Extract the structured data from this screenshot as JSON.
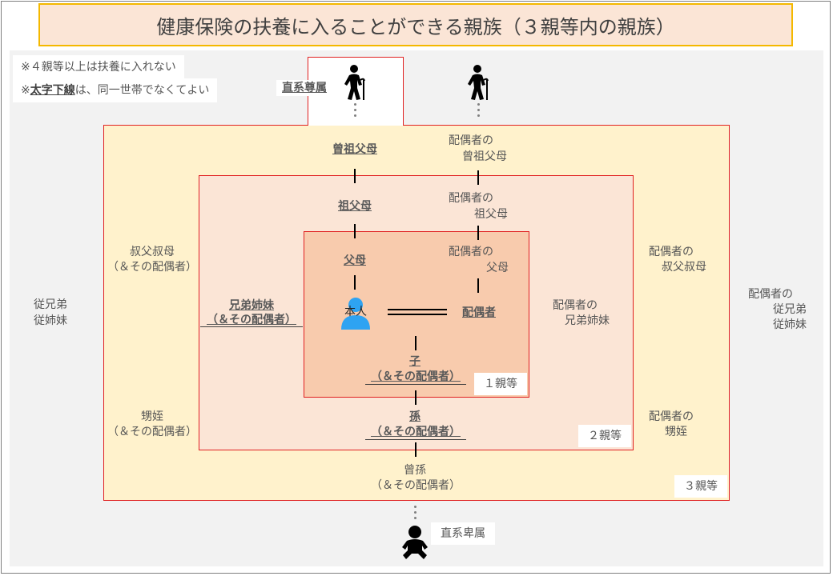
{
  "title": "健康保険の扶養に入ることができる親族（３親等内の親族）",
  "notes": {
    "note1": "※４親等以上は扶養に入れない",
    "note2_prefix": "※",
    "note2_bold": "太字下線",
    "note2_suffix": "は、同一世帯でなくてよい"
  },
  "labels": {
    "direct_ascendant": "直系尊属",
    "direct_descendant": "直系卑属",
    "great_grandparents": "曾祖父母",
    "spouse_great_grandparents_1": "配偶者の",
    "spouse_great_grandparents_2": "曾祖父母",
    "grandparents": "祖父母",
    "spouse_grandparents_1": "配偶者の",
    "spouse_grandparents_2": "祖父母",
    "parents": "父母",
    "spouse_parents_1": "配偶者の",
    "spouse_parents_2": "父母",
    "self": "本人",
    "spouse": "配偶者",
    "siblings_1": "兄弟姉妹",
    "siblings_2": "（＆その配偶者）",
    "spouse_siblings_1": "配偶者の",
    "spouse_siblings_2": "兄弟姉妹",
    "child_1": "子",
    "child_2": "（＆その配偶者）",
    "grandchild_1": "孫",
    "grandchild_2": "（＆その配偶者）",
    "great_grandchild_1": "曾孫",
    "great_grandchild_2": "（＆その配偶者）",
    "uncle_aunt_1": "叔父叔母",
    "uncle_aunt_2": "（＆その配偶者）",
    "spouse_uncle_aunt_1": "配偶者の",
    "spouse_uncle_aunt_2": "叔父叔母",
    "nephew_niece_1": "甥姪",
    "nephew_niece_2": "（＆その配偶者）",
    "spouse_nephew_niece_1": "配偶者の",
    "spouse_nephew_niece_2": "甥姪",
    "cousins_1": "従兄弟",
    "cousins_2": "従姉妹",
    "spouse_cousins_1": "配偶者の",
    "spouse_cousins_2": "従兄弟",
    "spouse_cousins_3": "従姉妹"
  },
  "degrees": {
    "first": "１親等",
    "second": "２親等",
    "third": "３親等"
  },
  "colors": {
    "third_degree_fill": "#fff2cc",
    "second_degree_fill": "#fbe5d6",
    "first_degree_fill": "#f8cbad",
    "border": "#e02020",
    "title_border": "#f4b800",
    "self_icon": "#2ea3f2"
  }
}
